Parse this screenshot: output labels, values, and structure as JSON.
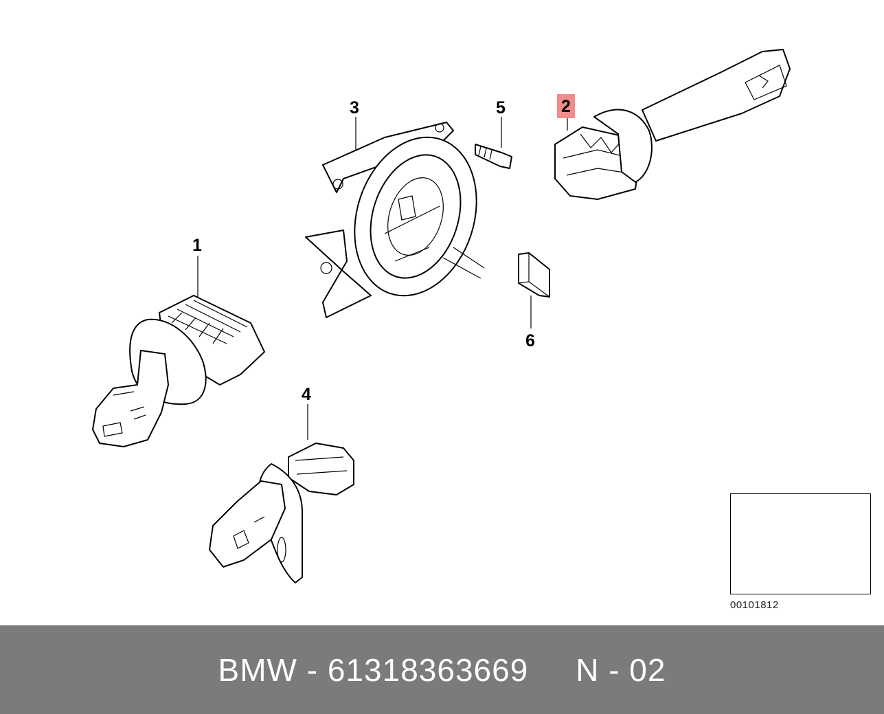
{
  "callouts": {
    "c1": "1",
    "c2": "2",
    "c3": "3",
    "c4": "4",
    "c5": "5",
    "c6": "6"
  },
  "reference": {
    "code": "00101812"
  },
  "footer": {
    "brand": "BMW",
    "separator": "-",
    "part_number": "61318363669",
    "position_label": "N - 02"
  },
  "colors": {
    "footer_bg": "#7b7b7b",
    "footer_text": "#ffffff",
    "highlight": "#f28b8b"
  }
}
